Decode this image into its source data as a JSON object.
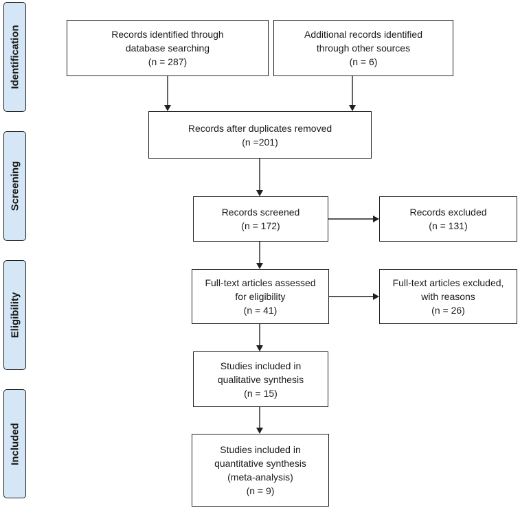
{
  "phases": {
    "identification": "Identification",
    "screening": "Screening",
    "eligibility": "Eligibility",
    "included": "Included"
  },
  "boxes": {
    "database_records": {
      "lines": [
        "Records identified through",
        "database searching",
        "(n = 287)"
      ]
    },
    "other_records": {
      "lines": [
        "Additional records identified",
        "through other sources",
        "(n = 6)"
      ]
    },
    "after_duplicates": {
      "lines": [
        "Records after duplicates removed",
        "(n =201)"
      ]
    },
    "screened": {
      "lines": [
        "Records screened",
        "(n = 172)"
      ]
    },
    "excluded": {
      "lines": [
        "Records excluded",
        "(n = 131)"
      ]
    },
    "full_text_assessed": {
      "lines": [
        "Full-text articles assessed",
        "for eligibility",
        "(n = 41)"
      ]
    },
    "full_text_excluded": {
      "lines": [
        "Full-text articles excluded,",
        "with reasons",
        "(n = 26)"
      ]
    },
    "qualitative": {
      "lines": [
        "Studies included in",
        "qualitative synthesis",
        "(n = 15)"
      ]
    },
    "quantitative": {
      "lines": [
        "Studies included in",
        "quantitative synthesis",
        "(meta-analysis)",
        "(n = 9)"
      ]
    }
  }
}
